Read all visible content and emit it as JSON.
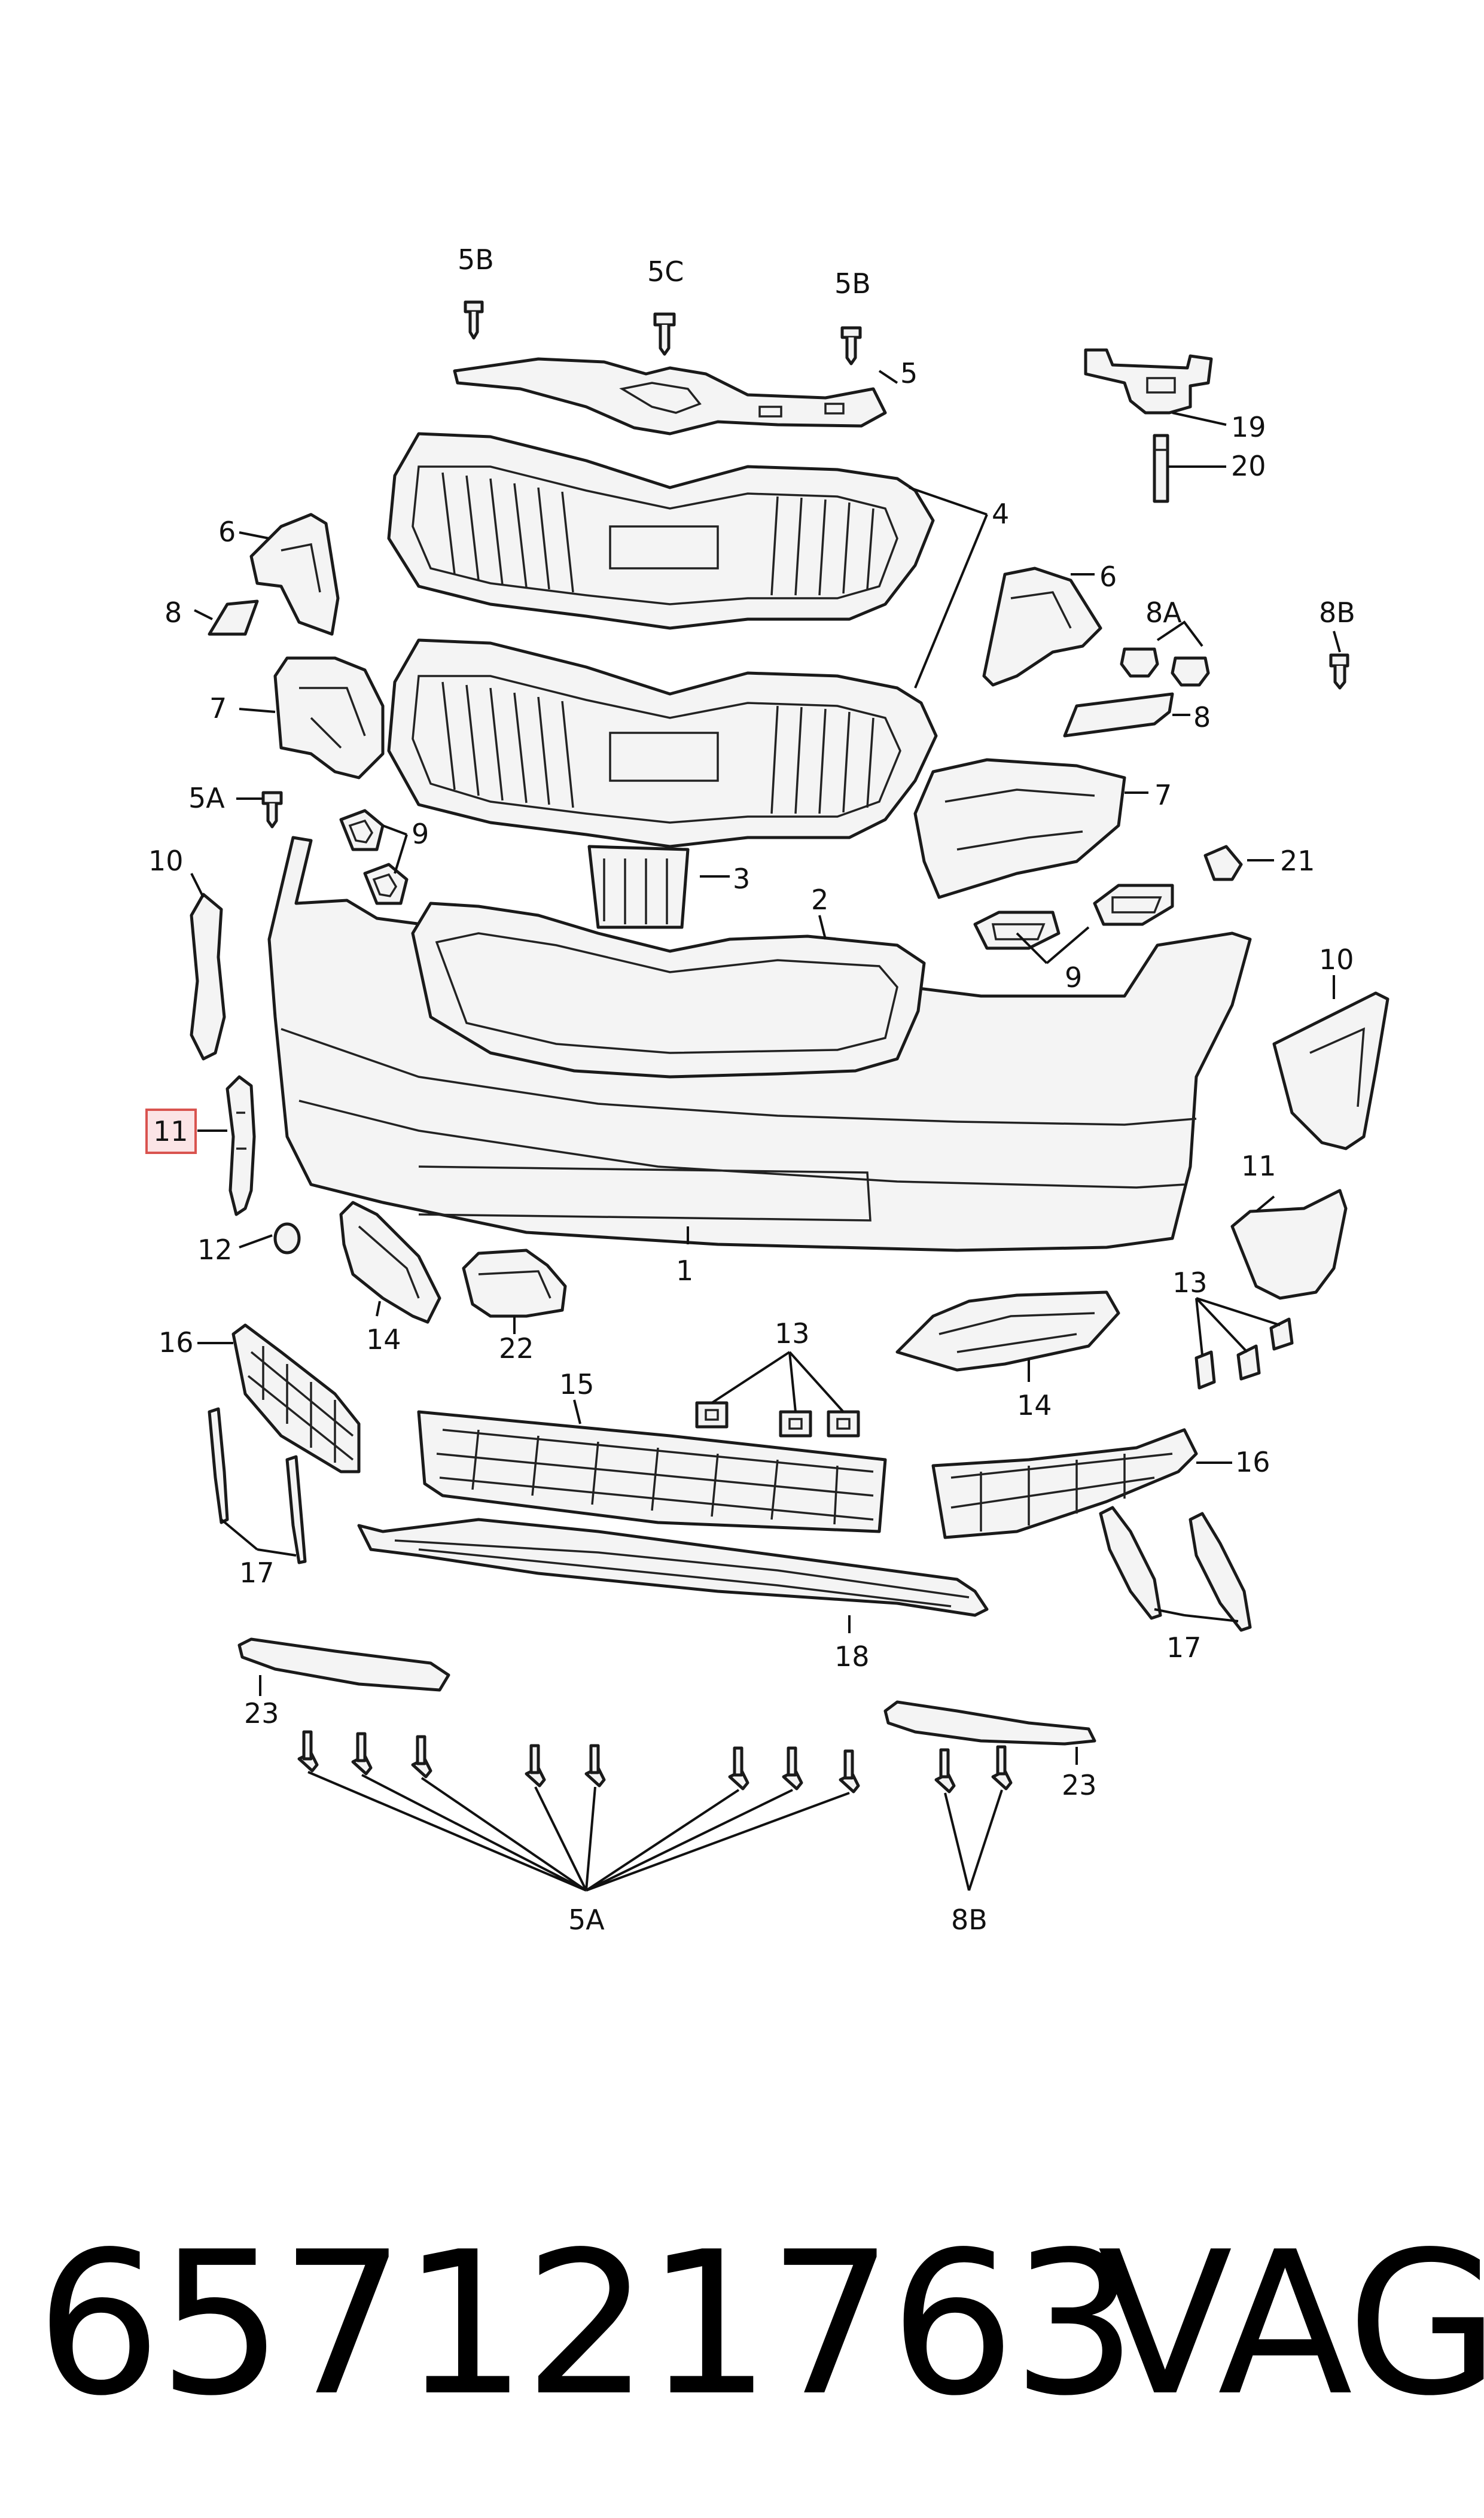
{
  "callouts": {
    "c5B_left": "5B",
    "c5C": "5C",
    "c5B_right": "5B",
    "c5": "5",
    "c19": "19",
    "c20": "20",
    "c4": "4",
    "c6_left": "6",
    "c6_right": "6",
    "c8A": "8A",
    "c8B_top": "8B",
    "c8_left": "8",
    "c8_right": "8",
    "c7_left": "7",
    "c7_right": "7",
    "c5A_left": "5A",
    "c9_left": "9",
    "c9_right": "9",
    "c3": "3",
    "c2": "2",
    "c21": "21",
    "c10_left": "10",
    "c10_right": "10",
    "c11_left": "11",
    "c11_right": "11",
    "c12": "12",
    "c1": "1",
    "c14_left": "14",
    "c14_right": "14",
    "c22": "22",
    "c13_center": "13",
    "c13_right": "13",
    "c15": "15",
    "c16_left": "16",
    "c16_right": "16",
    "c17_left": "17",
    "c17_right": "17",
    "c18": "18",
    "c23_left": "23",
    "c23_right": "23",
    "c5A_bottom": "5A",
    "c8B_bottom": "8B"
  },
  "highlight_color": "#d9534f",
  "part_number": "657121763",
  "brand": "VAG"
}
